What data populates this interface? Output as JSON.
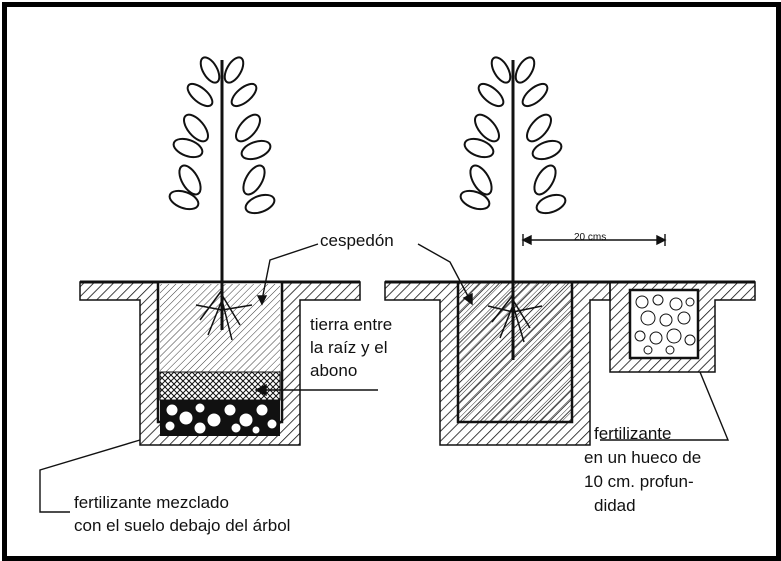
{
  "labels": {
    "cespedon": "cespedón",
    "tierra_entre": "tierra entre",
    "la_raiz": "la raíz y el",
    "abono": "abono",
    "fert_mezclado_1": "fertilizante mezclado",
    "fert_mezclado_2": "con el suelo debajo del árbol",
    "distance": "20 cms",
    "fert_hueco_1": "fertilizante",
    "fert_hueco_2": "en un hueco de",
    "fert_hueco_3": "10 cm. profun-",
    "fert_hueco_4": "didad"
  },
  "colors": {
    "ink": "#111111",
    "paper": "#ffffff"
  }
}
